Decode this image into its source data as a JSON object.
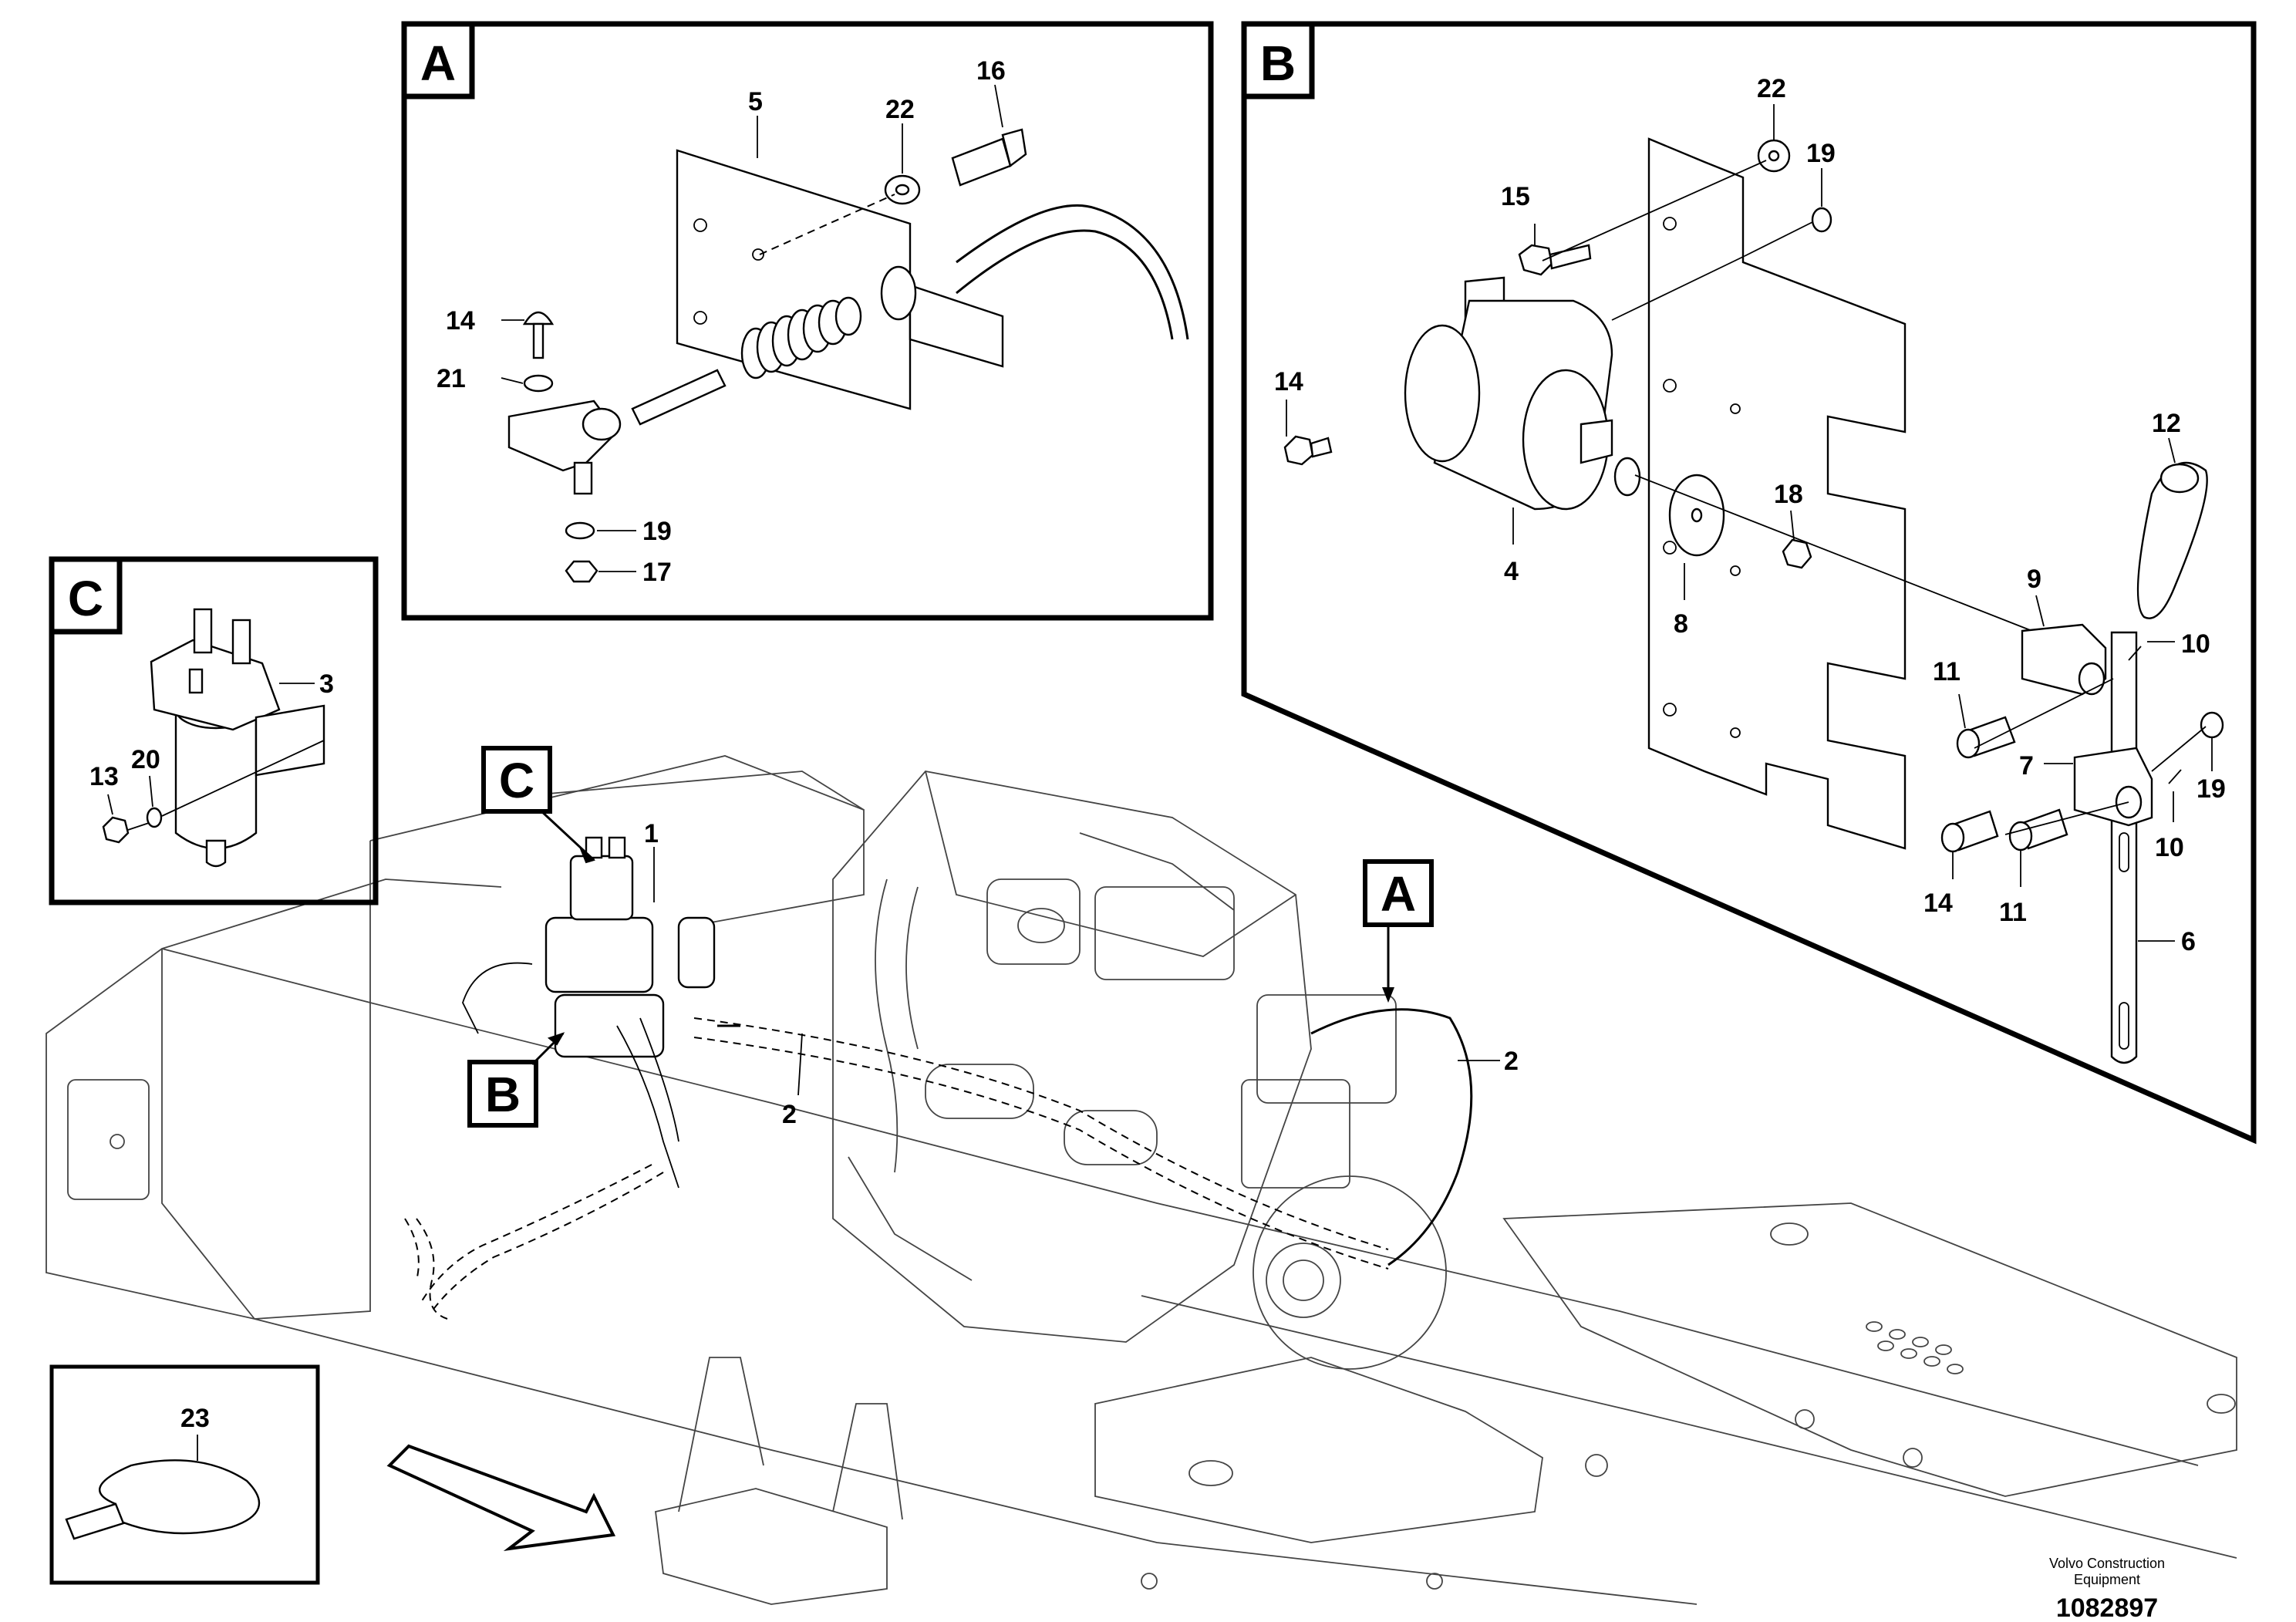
{
  "detail_tags": {
    "a": "A",
    "b": "B",
    "c": "C"
  },
  "callouts": {
    "c1": "1",
    "c2": "2",
    "c3": "3",
    "c4": "4",
    "c5": "5",
    "c6": "6",
    "c7": "7",
    "c8": "8",
    "c9": "9",
    "c10": "10",
    "c11": "11",
    "c12": "12",
    "c13": "13",
    "c14": "14",
    "c15": "15",
    "c16": "16",
    "c17": "17",
    "c18": "18",
    "c19": "19",
    "c20": "20",
    "c21": "21",
    "c22": "22",
    "c23": "23"
  },
  "footer": {
    "credit_line1": "Volvo Construction",
    "credit_line2": "Equipment",
    "document_number": "1082897"
  }
}
